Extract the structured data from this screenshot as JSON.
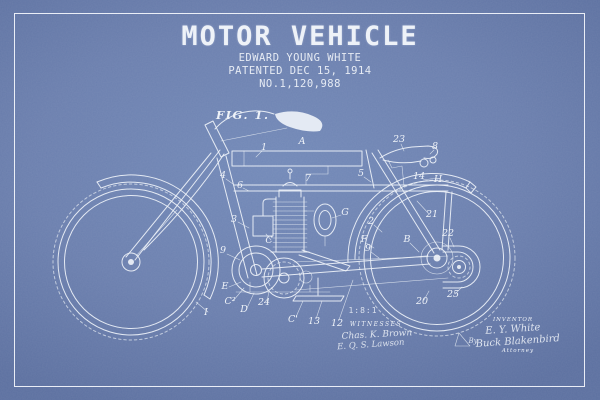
{
  "poster": {
    "title": "MOTOR VEHICLE",
    "inventor_name": "EDWARD YOUNG WHITE",
    "patent_line": "PATENTED DEC 15, 1914",
    "patent_number": "NO.1,120,988"
  },
  "drawing": {
    "figure_label": "FIG. 1.",
    "scale_stamp": "1:8:1",
    "part_labels": [
      {
        "text": "1"
      },
      {
        "text": "A"
      },
      {
        "text": "23"
      },
      {
        "text": "8"
      },
      {
        "text": "4"
      },
      {
        "text": "6"
      },
      {
        "text": "5"
      },
      {
        "text": "14"
      },
      {
        "text": "H"
      },
      {
        "text": "7"
      },
      {
        "text": "3"
      },
      {
        "text": "C"
      },
      {
        "text": "G"
      },
      {
        "text": "2"
      },
      {
        "text": "F"
      },
      {
        "text": "9"
      },
      {
        "text": "9"
      },
      {
        "text": "21"
      },
      {
        "text": "22"
      },
      {
        "text": "B"
      },
      {
        "text": "E"
      },
      {
        "text": "I"
      },
      {
        "text": "C²"
      },
      {
        "text": "D"
      },
      {
        "text": "24"
      },
      {
        "text": "C'"
      },
      {
        "text": "13"
      },
      {
        "text": "12"
      },
      {
        "text": "25"
      },
      {
        "text": "20"
      }
    ]
  },
  "signatures": {
    "witnesses_label": "WITNESSES",
    "witness_1": "Chas. K. Brown",
    "witness_2": "E. Q. S. Lawson",
    "inventor_label": "INVENTOR",
    "inventor_signature": "E. Y. White",
    "by_label": "By",
    "attorney_signature": "Buck Blakenbird",
    "attorney_label": "Attorney"
  },
  "colors": {
    "background": "#6b7fae",
    "background-light": "#7289b8",
    "background-dark": "#5c70a0",
    "ink": "#eef2f8",
    "border": "#f3f6fa"
  }
}
